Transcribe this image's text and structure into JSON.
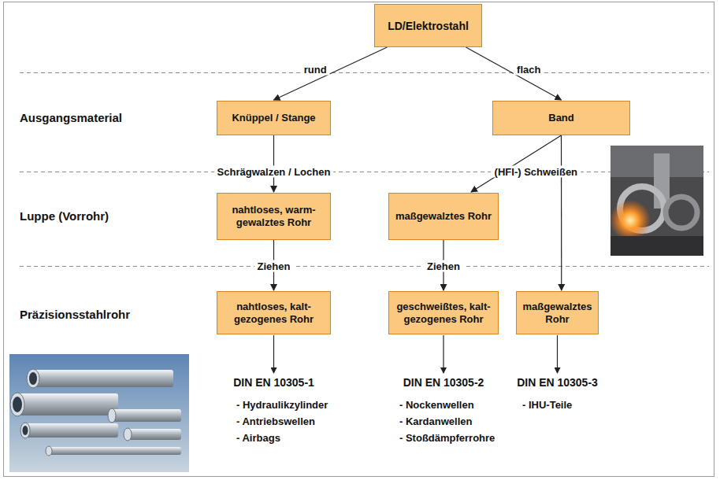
{
  "diagram": {
    "nodes": [
      {
        "text": [
          "LD/Elektrostahl"
        ]
      },
      {
        "text": [
          "Knüppel / Stange"
        ]
      },
      {
        "text": [
          "Band"
        ]
      },
      {
        "text": [
          "nahtloses, warm-gewalztes Rohr"
        ]
      },
      {
        "text": [
          "maßgewalztes Rohr"
        ]
      },
      {
        "text": [
          "nahtloses, kalt-gezogenes Rohr"
        ]
      },
      {
        "text": [
          "geschweißtes, kalt-gezogenes Rohr"
        ]
      },
      {
        "text": [
          "maßgewalztes Rohr"
        ]
      }
    ],
    "edges": [
      {
        "from": 0,
        "to": 1,
        "arrow": "to",
        "label": "rund"
      },
      {
        "from": 0,
        "to": 2,
        "arrow": "to",
        "label": "flach"
      },
      {
        "from": 1,
        "to": 3,
        "arrow": "to",
        "label": "Schrägwalzen / Lochen"
      },
      {
        "from": 2,
        "to": 4,
        "arrow": "to",
        "label": "(HFI-) Schweißen"
      },
      {
        "from": 2,
        "to": 7,
        "arrow": "to"
      },
      {
        "from": 3,
        "to": 5,
        "arrow": "to",
        "label": "Ziehen"
      },
      {
        "from": 4,
        "to": 6,
        "arrow": "to",
        "label": "Ziehen"
      }
    ],
    "labels": [
      "Ausgangsmaterial",
      "Luppe (Vorrohr)",
      "Präzisionsstahlrohr",
      "DIN EN 10305-1",
      "DIN EN 10305-2",
      "DIN EN 10305-3",
      "- Hydraulikzylinder",
      "- Antriebswellen",
      "- Airbags",
      "- Nockenwellen",
      "- Kardanwellen",
      "- Stoßdämpferrohre",
      "- IHU-Teile"
    ]
  }
}
